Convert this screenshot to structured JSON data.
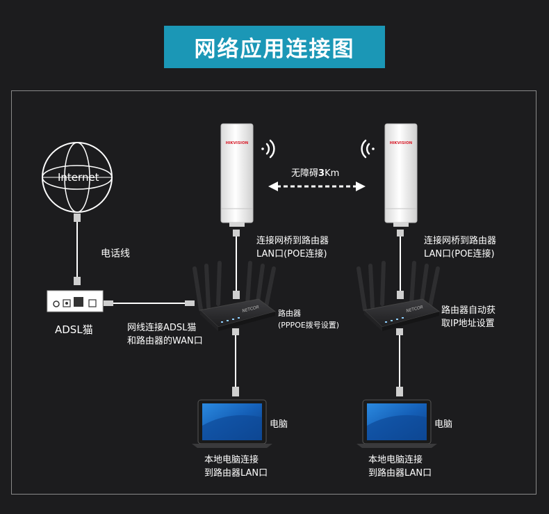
{
  "title": "网络应用连接图",
  "internet_label": "Internet",
  "phone_line_label": "电话线",
  "adsl_label": "ADSL猫",
  "cable_label": [
    "网线连接ADSL猫",
    "和路由器的WAN口"
  ],
  "distance_label_prefix": "无障碍",
  "distance_value": "3",
  "distance_unit": "Km",
  "bridge_brand": "HIKVISION",
  "left_site": {
    "bridge_label": [
      "连接网桥到路由器",
      "LAN口(POE连接)"
    ],
    "router_label": [
      "路由器",
      "(PPPOE拨号设置)"
    ],
    "router_brand": "NETCOR",
    "pc_label": "电脑",
    "pc_note": [
      "本地电脑连接",
      "到路由器LAN口"
    ]
  },
  "right_site": {
    "bridge_label": [
      "连接网桥到路由器",
      "LAN口(POE连接)"
    ],
    "router_label": [
      "路由器自动获",
      "取IP地址设置"
    ],
    "router_brand": "NETCOR",
    "pc_label": "电脑",
    "pc_note": [
      "本地电脑连接",
      "到路由器LAN口"
    ]
  },
  "colors": {
    "background": "#1c1c1e",
    "title_bg": "#1b97b6",
    "frame": "#8a8a8a",
    "device_white": "#f4f4f4",
    "router_dark": "#2a2a2c",
    "screen_blue": "#1a6fc4",
    "brand_red": "#d81e2b"
  }
}
